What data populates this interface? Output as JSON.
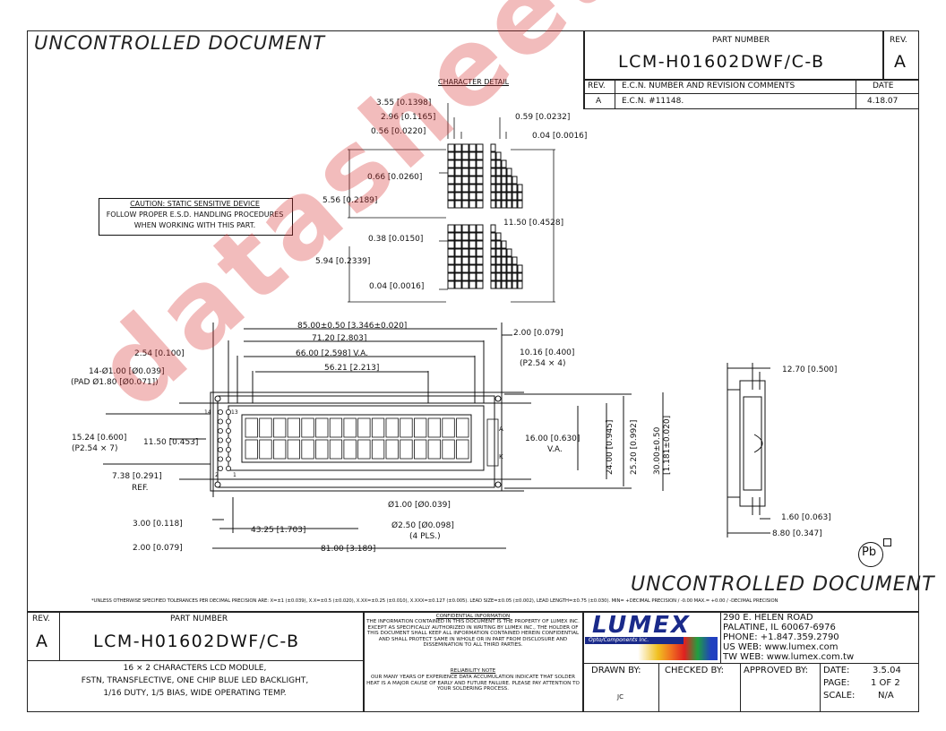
{
  "watermark_top": "UNCONTROLLED DOCUMENT",
  "watermark_bottom": "UNCONTROLLED DOCUMENT",
  "site_watermark": "datasheet.com",
  "title_block_top": {
    "part_number_label": "PART NUMBER",
    "part_number": "LCM-H01602DWF/C-B",
    "rev_label": "REV.",
    "rev": "A"
  },
  "revision_table": {
    "headers": [
      "REV.",
      "E.C.N. NUMBER AND REVISION COMMENTS",
      "DATE"
    ],
    "rows": [
      {
        "rev": "A",
        "comment": "E.C.N. #11148.",
        "date": "4.18.07"
      }
    ]
  },
  "character_detail": {
    "title": "CHARACTER DETAIL",
    "dims": [
      "3.55 [0.1398]",
      "2.96 [0.1165]",
      "0.56 [0.0220]",
      "0.59 [0.0232]",
      "0.04 [0.0016]",
      "0.66 [0.0260]",
      "5.56 [0.2189]",
      "11.50 [0.4528]",
      "0.38 [0.0150]",
      "5.94 [0.2339]",
      "0.04 [0.0016]"
    ]
  },
  "caution": [
    "CAUTION: STATIC SENSITIVE DEVICE",
    "FOLLOW PROPER E.S.D. HANDLING PROCEDURES",
    "WHEN WORKING WITH THIS PART."
  ],
  "main_dims": {
    "d85": "85.00±0.50 [3.346±0.020]",
    "d71": "71.20 [2.803]",
    "d66": "66.00 [2.598] V.A.",
    "d56": "56.21 [2.213]",
    "d2": "2.00 [0.079]",
    "d1016a": "10.16 [0.400]",
    "d1016b": "(P2.54 × 4)",
    "d254": "2.54 [0.100]",
    "pad1": "14-Ø1.00 [Ø0.039]",
    "pad2": "(PAD Ø1.80 [Ø0.071])",
    "d1524a": "15.24 [0.600]",
    "d1524b": "(P2.54 × 7)",
    "d1150": "11.50 [0.453]",
    "d738a": "7.38 [0.291]",
    "d738b": "REF.",
    "d16a": "16.00 [0.630]",
    "d16b": "V.A.",
    "d24": "24.00 [0.945]",
    "d252": "25.20 [0.992]",
    "d30a": "30.00±0.50",
    "d30b": "[1.181±0.020]",
    "d1hole": "Ø1.00 [Ø0.039]",
    "d250a": "Ø2.50 [Ø0.098]",
    "d250b": "(4 PLS.)",
    "d3": "3.00 [0.118]",
    "d4325": "43.25 [1.703]",
    "d2b": "2.00 [0.079]",
    "d81": "81.00 [3.189]",
    "pin14": "14",
    "pin13": "13",
    "pin2": "2",
    "pin1": "1",
    "pinA": "A",
    "pinK": "K"
  },
  "side_view": {
    "d1270": "12.70 [0.500]",
    "d160": "1.60 [0.063]",
    "d880": "8.80 [0.347]"
  },
  "pb_mark": "Pb",
  "tolerance_note": "*UNLESS OTHERWISE SPECIFIED TOLERANCES PER DECIMAL PRECISION ARE: X=±1 (±0.039), X.X=±0.5 (±0.020), X.XX=±0.25 (±0.010), X.XXX=±0.127 (±0.005). LEAD SIZE=±0.05 (±0.002), LEAD LENGTH=±0.75 (±0.030). MIN= +DECIMAL PRECISION / -0.00 MAX.= +0.00 / -DECIMAL PRECISION",
  "bottom_block": {
    "rev_label": "REV.",
    "rev": "A",
    "part_number_label": "PART NUMBER",
    "part_number": "LCM-H01602DWF/C-B",
    "desc": [
      "16 × 2 CHARACTERS LCD MODULE,",
      "FSTN, TRANSFLECTIVE, ONE CHIP BLUE LED BACKLIGHT,",
      "1/16 DUTY, 1/5 BIAS, WIDE OPERATING TEMP."
    ],
    "confidential_title": "CONFIDENTIAL INFORMATION",
    "confidential": "THE INFORMATION CONTAINED IN THIS DOCUMENT IS THE PROPERTY OF LUMEX INC. EXCEPT AS SPECIFICALLY AUTHORIZED IN WRITING BY LUMEX INC., THE HOLDER OF THIS DOCUMENT SHALL KEEP ALL INFORMATION CONTAINED HEREIN CONFIDENTIAL AND SHALL PROTECT SAME IN WHOLE OR IN PART FROM DISCLOSURE AND DISSEMINATION TO ALL THIRD PARTIES.",
    "reliability_title": "RELIABILITY NOTE",
    "reliability": "OUR MANY YEARS OF EXPERIENCE DATA ACCUMULATION INDICATE THAT SOLDER HEAT IS A MAJOR CAUSE OF EARLY AND FUTURE FAILURE. PLEASE PAY ATTENTION TO YOUR SOLDERING PROCESS.",
    "logo": "LUMEX",
    "logo_tagline": "Opto/Components Inc.",
    "address": [
      "290 E. HELEN ROAD",
      "PALATINE, IL  60067-6976",
      "PHONE: +1.847.359.2790",
      "US WEB: www.lumex.com",
      "TW WEB: www.lumex.com.tw"
    ],
    "drawn_by_label": "DRAWN BY:",
    "drawn_by": "JC",
    "checked_by_label": "CHECKED BY:",
    "approved_by_label": "APPROVED BY:",
    "date_label": "DATE:",
    "date": "3.5.04",
    "page_label": "PAGE:",
    "page": "1 OF 2",
    "scale_label": "SCALE:",
    "scale": "N/A"
  }
}
